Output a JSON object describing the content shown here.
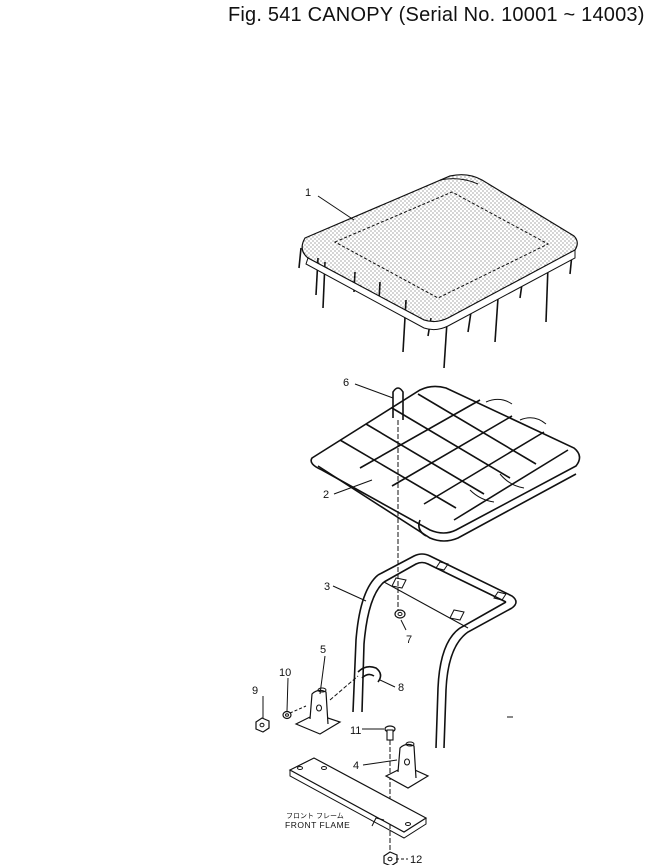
{
  "figure": {
    "title": "Fig. 541  CANOPY  (Serial No. 10001 ~ 14003)"
  },
  "parts": [
    {
      "id": "p1",
      "label": "1"
    },
    {
      "id": "p2",
      "label": "2"
    },
    {
      "id": "p3",
      "label": "3"
    },
    {
      "id": "p4",
      "label": "4"
    },
    {
      "id": "p5",
      "label": "5"
    },
    {
      "id": "p6",
      "label": "6"
    },
    {
      "id": "p7",
      "label": "7"
    },
    {
      "id": "p8",
      "label": "8"
    },
    {
      "id": "p9",
      "label": "9"
    },
    {
      "id": "p10",
      "label": "10"
    },
    {
      "id": "p11",
      "label": "11"
    },
    {
      "id": "p12",
      "label": "12"
    }
  ],
  "annotations": {
    "front_frame_jp": "フロント  フレーム",
    "front_frame_en": "FRONT  FLAME"
  }
}
